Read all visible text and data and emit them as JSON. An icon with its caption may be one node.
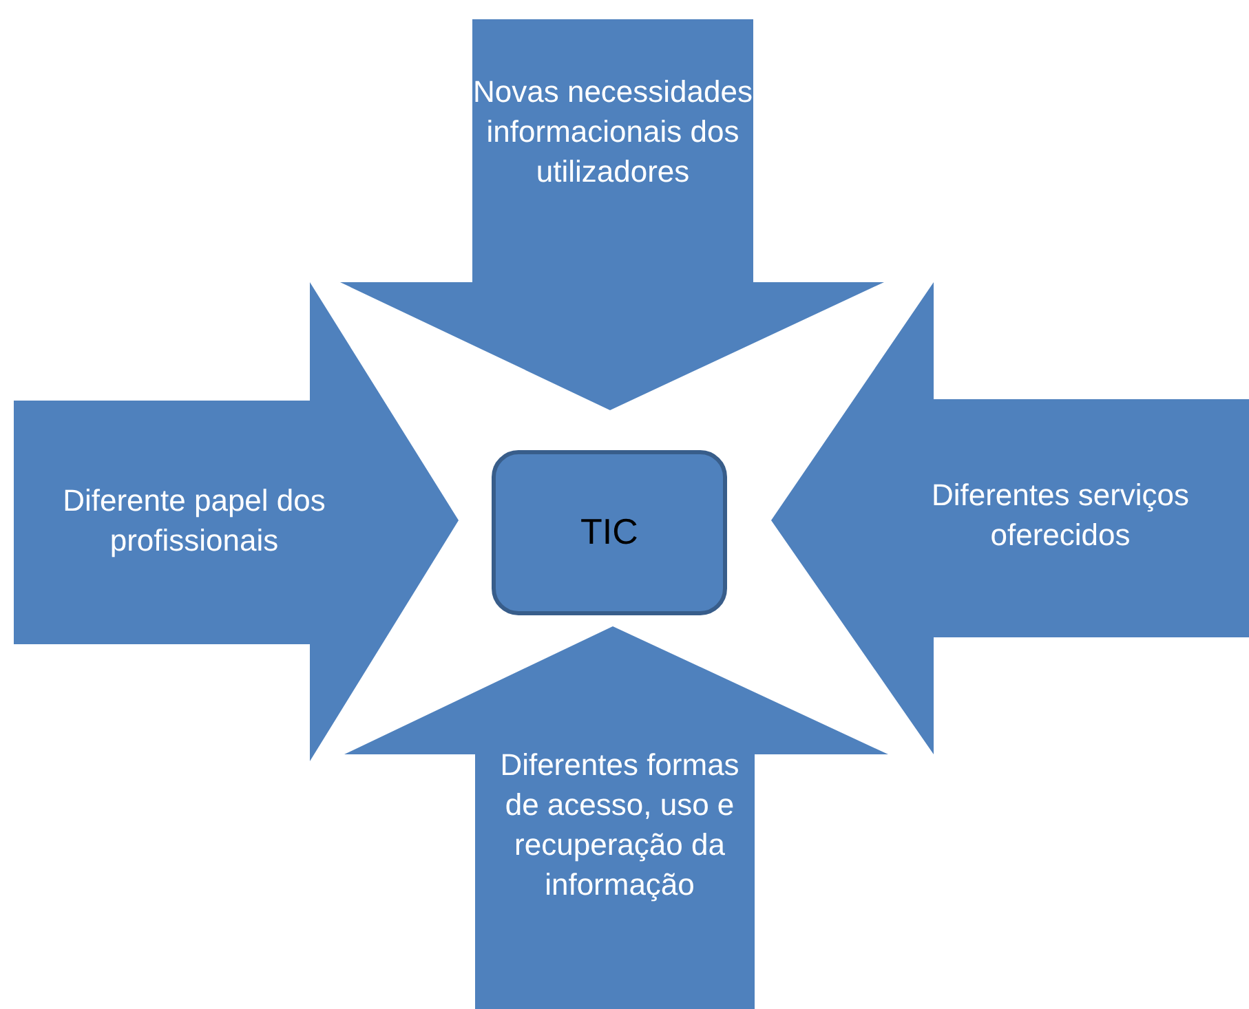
{
  "diagram": {
    "nodes": [
      {
        "text": [
          "TIC"
        ]
      },
      {
        "text": [
          "Novas necessidades informacionais dos utilizadores"
        ]
      },
      {
        "text": [
          "Diferente papel dos profissionais"
        ]
      },
      {
        "text": [
          "Diferentes serviços oferecidos"
        ]
      },
      {
        "text": [
          "Diferentes formas de acesso, uso e recuperação da informação"
        ]
      }
    ]
  }
}
